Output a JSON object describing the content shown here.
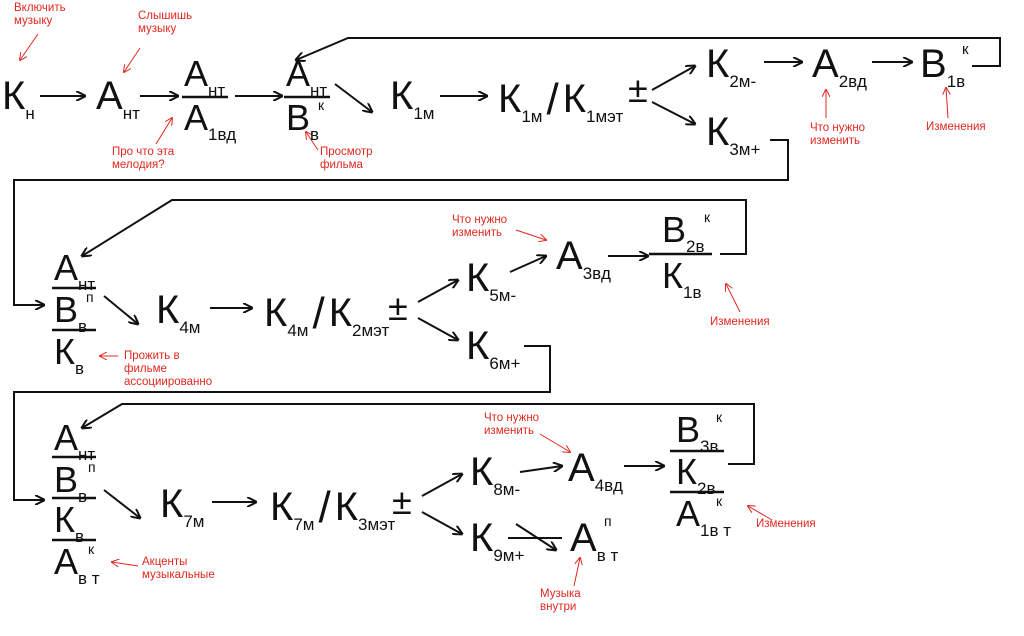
{
  "colors": {
    "ink": "#111111",
    "annotation": "#e0281e",
    "background": "#ffffff"
  },
  "notes": {
    "turn_on_music": "Включить\nмузыку",
    "hear_music": "Слышишь\nмузыку",
    "melody_about": "Про что эта\nмелодия?",
    "watch_film": "Просмотр\nфильма",
    "what_change_1": "Что нужно\nизменить",
    "changes_1": "Изменения",
    "what_change_2": "Что нужно\nизменить",
    "changes_2": "Изменения",
    "live_in_film": "Прожить в\nфильме\nассоциированно",
    "what_change_3": "Что нужно\nизменить",
    "changes_3": "Изменения",
    "music_accents": "Акценты\nмузыкальные",
    "music_inside": "Музыка\nвнутри"
  },
  "symbols": {
    "K": "К",
    "A": "А",
    "B": "В",
    "slash": "/",
    "pm": "±",
    "s_n": "н",
    "s_nt": "нт",
    "s_1vd": "1вд",
    "s_v": "в",
    "s_1m": "1м",
    "s_1met": "1мэт",
    "s_2m": "2м-",
    "s_3m": "3м+",
    "s_2vd": "2вд",
    "s_1v": "1в",
    "s_4m": "4м",
    "s_2met": "2мэт",
    "s_5m": "5м-",
    "s_6m": "6м+",
    "s_3vd": "3вд",
    "s_2v": "2в",
    "s_7m": "7м",
    "s_3met": "3мэт",
    "s_8m": "8м-",
    "s_9m": "9м+",
    "s_4vd": "4вд",
    "s_3v": "3в",
    "s_vt": "в  т",
    "s_1vt": "1в  т",
    "sup_k": "к",
    "sup_p": "п"
  }
}
